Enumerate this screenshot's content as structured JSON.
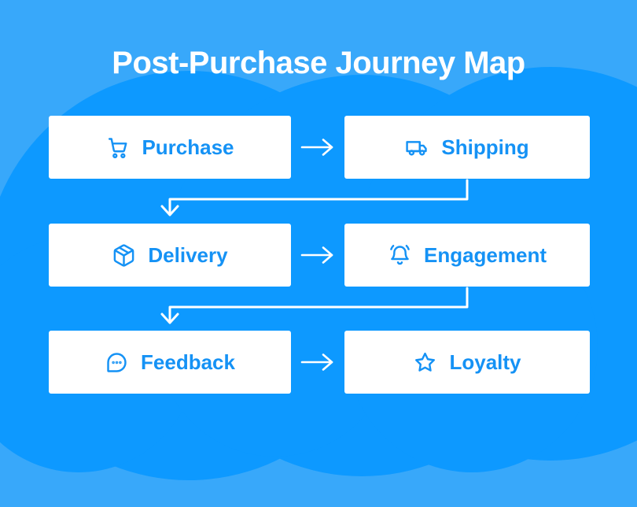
{
  "title": "Post-Purchase Journey Map",
  "colors": {
    "background": "#38a8fa",
    "blob": "#0d99ff",
    "box_bg": "#ffffff",
    "accent": "#1592f5",
    "connector": "#ffffff",
    "title": "#ffffff"
  },
  "steps": [
    {
      "label": "Purchase",
      "icon": "cart-icon"
    },
    {
      "label": "Shipping",
      "icon": "truck-icon"
    },
    {
      "label": "Delivery",
      "icon": "package-icon"
    },
    {
      "label": "Engagement",
      "icon": "bell-icon"
    },
    {
      "label": "Feedback",
      "icon": "chat-icon"
    },
    {
      "label": "Loyalty",
      "icon": "star-icon"
    }
  ],
  "connections": [
    {
      "from": "Purchase",
      "to": "Shipping",
      "type": "horizontal-arrow"
    },
    {
      "from": "Shipping",
      "to": "Delivery",
      "type": "elbow-arrow-down"
    },
    {
      "from": "Delivery",
      "to": "Engagement",
      "type": "horizontal-arrow"
    },
    {
      "from": "Engagement",
      "to": "Feedback",
      "type": "elbow-arrow-down"
    },
    {
      "from": "Feedback",
      "to": "Loyalty",
      "type": "horizontal-arrow"
    }
  ]
}
